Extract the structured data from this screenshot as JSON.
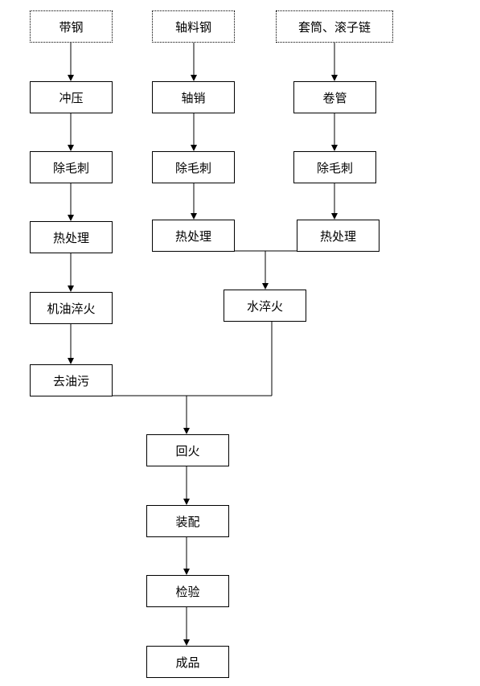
{
  "diagram": {
    "inputs": {
      "strip_steel": "带钢",
      "pin_steel": "轴料钢",
      "sleeve_roller_chain": "套筒、滚子链"
    },
    "col1": {
      "stamping": "冲压",
      "deburr": "除毛刺",
      "heat_treat": "热处理",
      "oil_quench": "机油淬火",
      "degrease": "去油污"
    },
    "col2": {
      "pin": "轴销",
      "deburr": "除毛刺",
      "heat_treat": "热处理"
    },
    "col3": {
      "roll_tube": "卷管",
      "deburr": "除毛刺",
      "heat_treat": "热处理"
    },
    "water_quench": "水淬火",
    "tempering": "回火",
    "assembly": "装配",
    "inspection": "检验",
    "finished": "成品"
  }
}
